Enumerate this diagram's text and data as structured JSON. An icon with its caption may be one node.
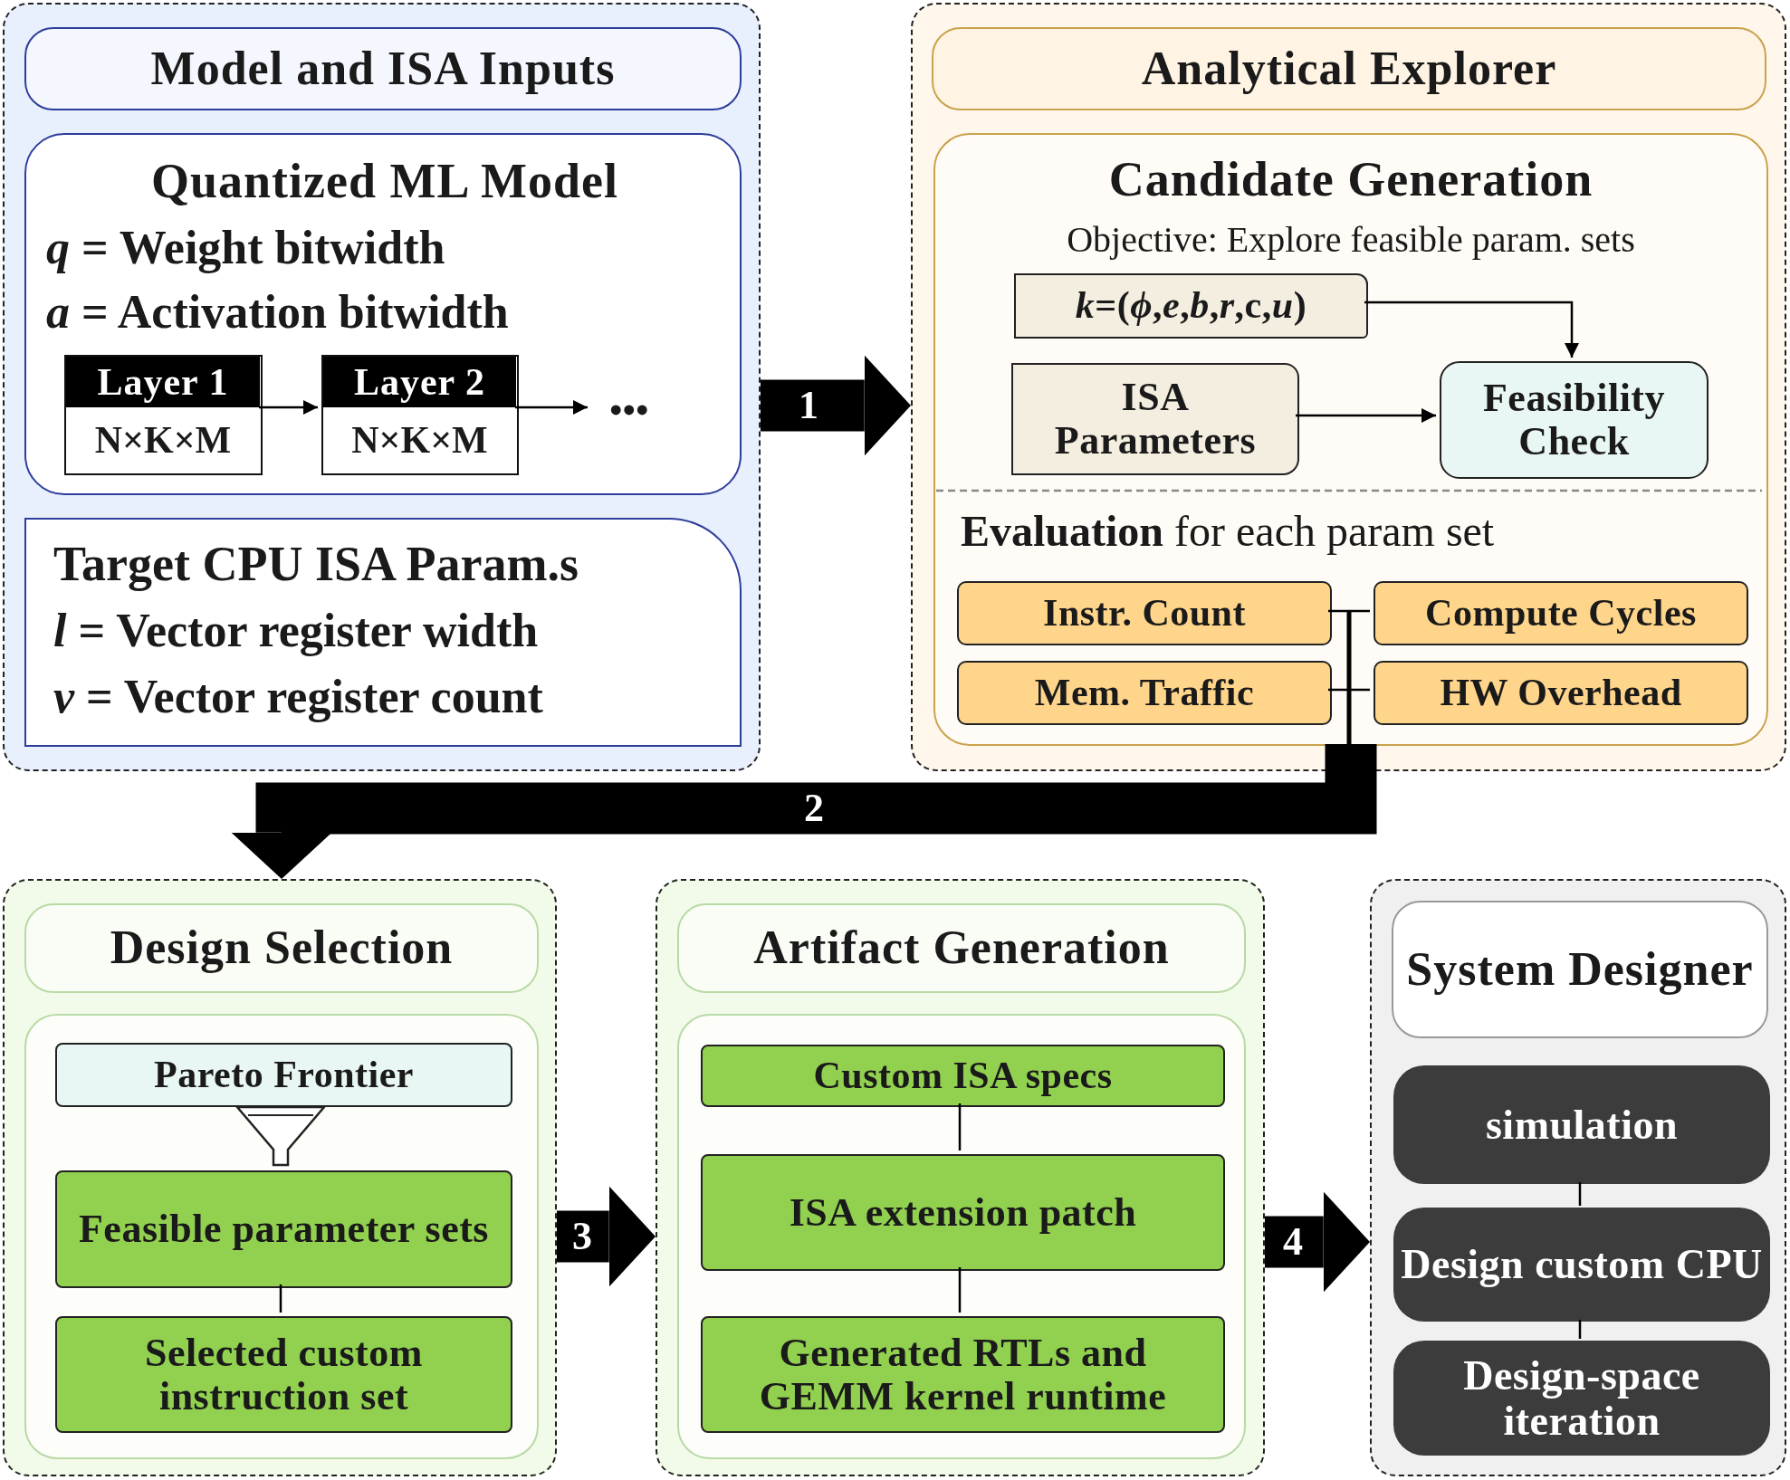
{
  "diagram": {
    "nodes": [
      {
        "text": [
          "Model and ISA Inputs"
        ]
      },
      {
        "text": [
          "Quantized ML Model",
          "*q* = Weight bitwidth",
          "*a* = Activation bitwidth"
        ],
        "in": 0
      },
      {
        "text": [
          "Layer 1",
          "N×K×M"
        ],
        "in": 1
      },
      {
        "text": [
          "Layer 2",
          "N×K×M"
        ],
        "in": 1
      },
      {
        "text": [
          "•••"
        ],
        "in": 1
      },
      {
        "text": [
          "Target CPU ISA Param.s",
          "*l* = Vector register width",
          "*v* = Vector register count"
        ],
        "in": 0
      },
      {
        "text": [
          "Analytical Explorer"
        ]
      },
      {
        "text": [
          "Candidate Generation",
          "Objective: Explore feasible param. sets",
          "**Evaluation** for each param set"
        ],
        "in": 6
      },
      {
        "text": [
          "*k*=(*ϕ*,*e*,*b*,*r*,c,*u*)"
        ],
        "in": 7
      },
      {
        "text": [
          "ISA Parameters"
        ],
        "in": 7
      },
      {
        "text": [
          "Feasibility Check"
        ],
        "in": 7
      },
      {
        "text": [
          "Instr. Count"
        ],
        "in": 7
      },
      {
        "text": [
          "Compute Cycles"
        ],
        "in": 7
      },
      {
        "text": [
          "Mem. Traffic"
        ],
        "in": 7
      },
      {
        "text": [
          "HW Overhead"
        ],
        "in": 7
      },
      {
        "text": [
          "Design Selection"
        ]
      },
      {
        "text": [],
        "shape": "box",
        "in": 15
      },
      {
        "text": [
          "Pareto Frontier"
        ],
        "in": 16
      },
      {
        "text": [
          "Feasible parameter sets"
        ],
        "in": 16
      },
      {
        "text": [
          "Selected custom instruction set"
        ],
        "in": 16
      },
      {
        "text": [
          "Artifact Generation"
        ]
      },
      {
        "text": [],
        "shape": "box",
        "in": 20
      },
      {
        "text": [
          "Custom ISA specs"
        ],
        "in": 21
      },
      {
        "text": [
          "ISA extension patch"
        ],
        "in": 21
      },
      {
        "text": [
          "Generated RTLs and GEMM kernel runtime"
        ],
        "in": 21
      },
      {
        "text": [
          "System Designer"
        ]
      },
      {
        "text": [
          "simulation"
        ],
        "in": 25
      },
      {
        "text": [
          "Design custom CPU"
        ],
        "in": 25
      },
      {
        "text": [
          "Design-space iteration"
        ],
        "in": 25
      }
    ],
    "edges": [
      {
        "from": 2,
        "to": 3,
        "arrow": "to"
      },
      {
        "from": 3,
        "to": 4,
        "arrow": "to"
      },
      {
        "from": 0,
        "to": 6,
        "arrow": "to",
        "label": "1",
        "style": "thick"
      },
      {
        "from": 8,
        "to": 10,
        "arrow": "to"
      },
      {
        "from": 9,
        "to": 10,
        "arrow": "to"
      },
      {
        "from": 11,
        "to": 12,
        "arrow": "none"
      },
      {
        "from": 13,
        "to": 14,
        "arrow": "none"
      },
      {
        "from": 7,
        "to": 15,
        "arrow": "to",
        "label": "2",
        "style": "thick"
      },
      {
        "from": 18,
        "to": 19,
        "arrow": "none"
      },
      {
        "from": 15,
        "to": 20,
        "arrow": "to",
        "label": "3",
        "style": "thick"
      },
      {
        "from": 22,
        "to": 23,
        "arrow": "none"
      },
      {
        "from": 23,
        "to": 24,
        "arrow": "none"
      },
      {
        "from": 20,
        "to": 25,
        "arrow": "to",
        "label": "4",
        "style": "thick"
      },
      {
        "from": 26,
        "to": 27,
        "arrow": "none"
      },
      {
        "from": 27,
        "to": 28,
        "arrow": "none"
      }
    ]
  }
}
